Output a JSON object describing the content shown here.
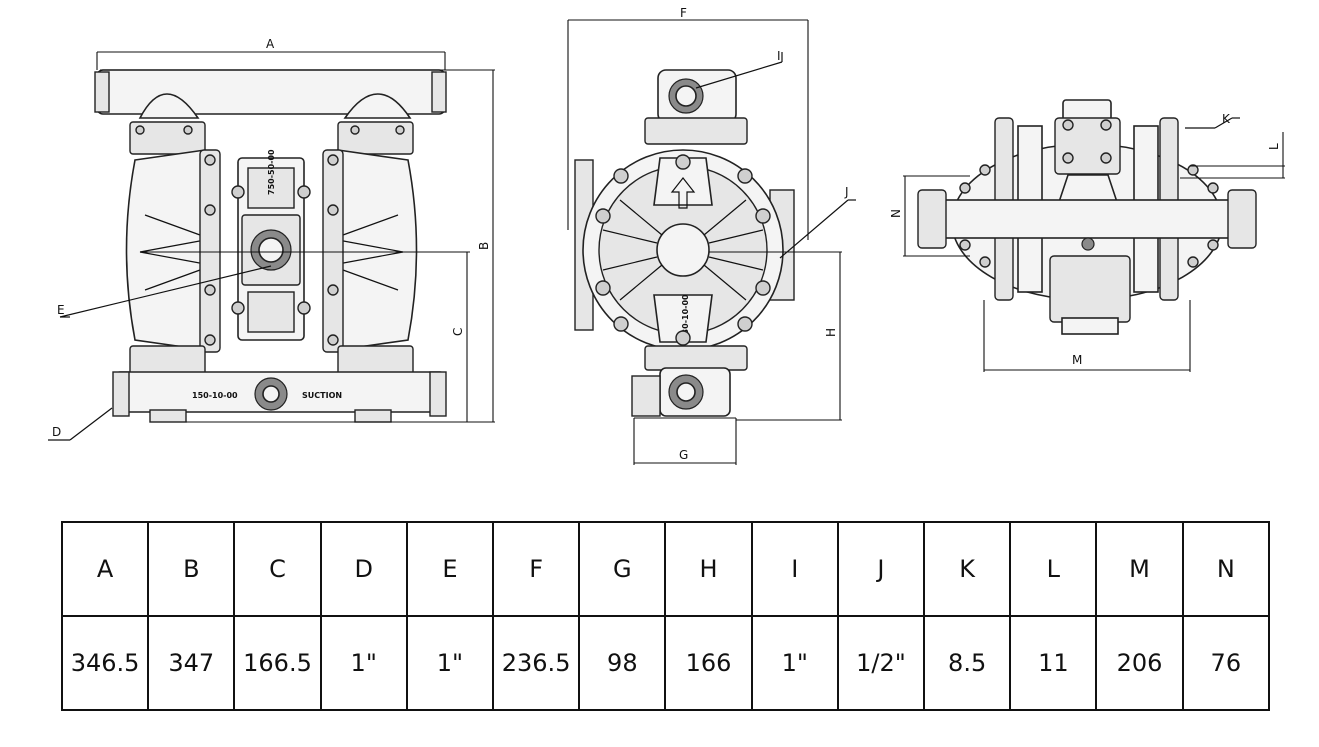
{
  "drawing": {
    "front_view": {
      "labels": {
        "A": "A",
        "B": "B",
        "C": "C",
        "D": "D",
        "E": "E"
      },
      "stamps": {
        "bottom_part": "150-10-00",
        "bottom_word": "SUCTION",
        "center_part": "750-50-00"
      }
    },
    "side_view": {
      "labels": {
        "F": "F",
        "G": "G",
        "H": "H",
        "I": "I",
        "J": "J"
      },
      "stamps": {
        "chamber_part": "230-10-00"
      }
    },
    "top_view": {
      "labels": {
        "K": "K",
        "L": "L",
        "M": "M",
        "N": "N"
      }
    }
  },
  "dimension_table": {
    "headers": [
      "A",
      "B",
      "C",
      "D",
      "E",
      "F",
      "G",
      "H",
      "I",
      "J",
      "K",
      "L",
      "M",
      "N"
    ],
    "values": [
      "346.5",
      "347",
      "166.5",
      "1\"",
      "1\"",
      "236.5",
      "98",
      "166",
      "1\"",
      "1/2\"",
      "8.5",
      "11",
      "206",
      "76"
    ]
  }
}
